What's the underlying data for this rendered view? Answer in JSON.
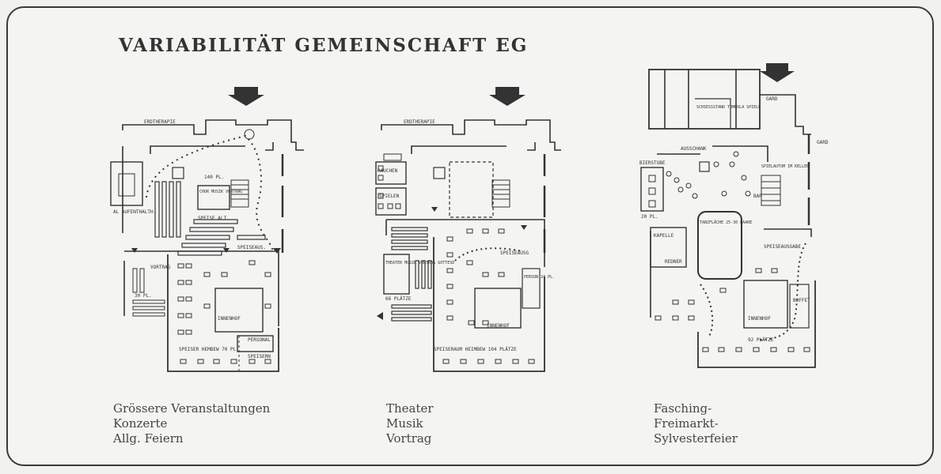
{
  "title": "VARIABILITÄT GEMEINSCHAFT EG",
  "plans": [
    {
      "labels": {
        "entrance": "ERDTHERAPIE",
        "seats": "140 PL.",
        "stage": "CHOR MUSIK VORTRAG",
        "speise": "SPEISE ALT.",
        "aufenthalt": "AL AUFENTHALTH.",
        "speiseaus": "SPEISEAUS.",
        "vortrag": "VORTRAG",
        "pl": "30 PL.",
        "innenhof": "INNENHOF",
        "personal": "PERSONAL",
        "speiseraum": "SPEISER HEMBEW 70 PL.",
        "speisern": "SPEISERN"
      },
      "caption": [
        "Grössere Veranstaltungen",
        "Konzerte",
        "Allg. Feiern"
      ]
    },
    {
      "labels": {
        "entrance": "ERDTHERAPIE",
        "rauchen": "RAUCHEN",
        "spielen": "SPIELEN",
        "theater": "THEATER MUSIK VORTRAG GOTTESD",
        "platze": "66 PLÄTZE",
        "speiseaus": "SPEISEAUSG",
        "person": "PERSON 24 PL.",
        "innenhof": "INNENHOF",
        "speiseraum": "SPEISERAUM HEIMBEW 104 PLÄTZE"
      },
      "caption": [
        "Theater",
        "Musik",
        "Vortrag"
      ]
    },
    {
      "labels": {
        "schiess": "SCHIESSSTAND TOMBOLA SPIELE",
        "gard": "GARD",
        "gard2": "GARD",
        "ausschank": "AUSSCHANK",
        "bierstube": "BIERSTUBE",
        "pl20": "20 PL.",
        "spielautom": "SPIELAUTOM IM KELLER",
        "bar": "BAR",
        "kapelle": "KAPELLE",
        "tanz": "TANZFLÄCHE 25-30 PAARE",
        "redner": "REDNER",
        "speiseausgabe": "SPEISEAUSGABE",
        "buffet": "BUFFET",
        "innenhof": "INNENHOF",
        "platze": "92 PLÄTZE"
      },
      "caption": [
        "Fasching-",
        "Freimarkt-",
        "Sylvesterfeier"
      ]
    }
  ]
}
